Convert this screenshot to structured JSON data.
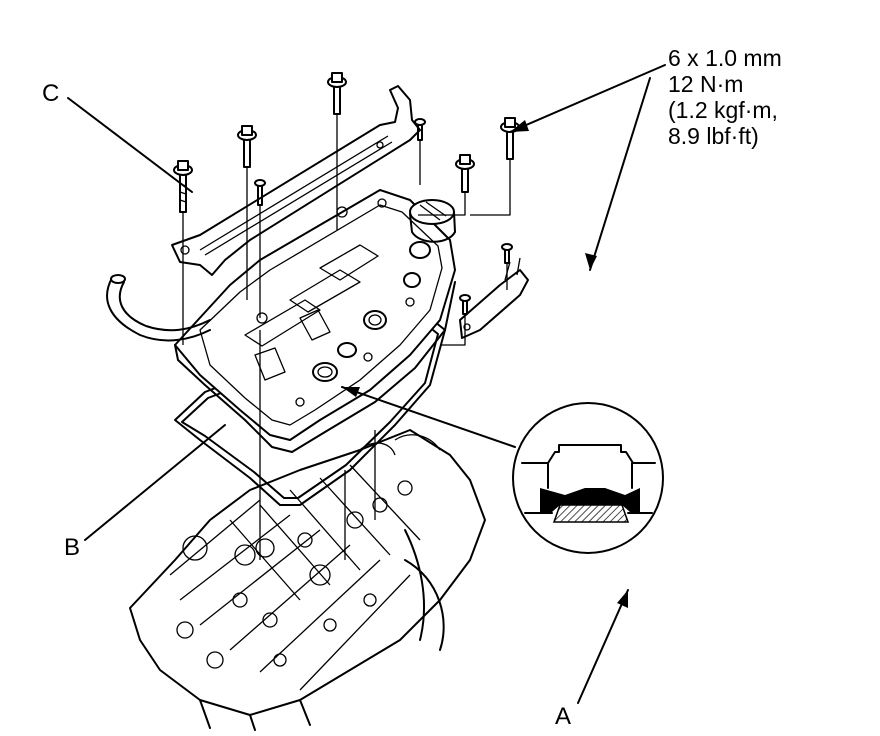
{
  "labels": {
    "a": "A",
    "b": "B",
    "c": "C"
  },
  "torque_spec": {
    "line1": "6 x 1.0 mm",
    "line2": "12 N·m",
    "line3": "(1.2 kgf·m,",
    "line4": "8.9 lbf·ft)"
  }
}
